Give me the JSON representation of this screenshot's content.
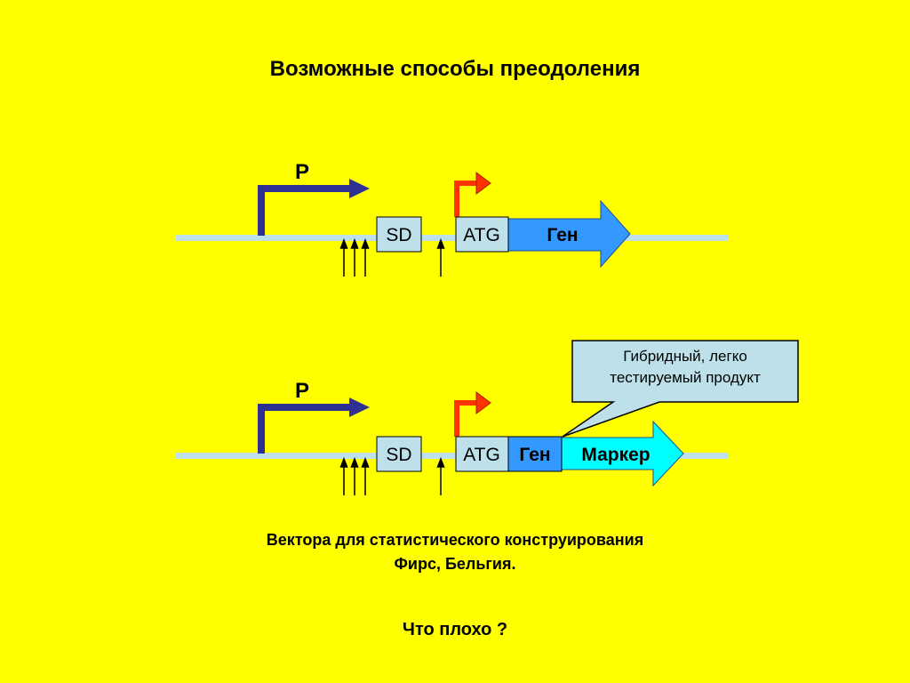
{
  "title": "Возможные способы преодоления",
  "rows": [
    {
      "promoter_label": "P",
      "sd_label": "SD",
      "atg_label": "ATG",
      "gene_label": "Ген"
    },
    {
      "promoter_label": "P",
      "sd_label": "SD",
      "atg_label": "ATG",
      "gene_label": "Ген",
      "marker_label": "Маркер"
    }
  ],
  "callout": {
    "line1": "Гибридный, легко",
    "line2": "тестируемый продукт"
  },
  "caption": {
    "line1": "Вектора для статистического конструирования",
    "line2": "Фирс, Бельгия."
  },
  "question": "Что плохо ?",
  "colors": {
    "background": "#ffff00",
    "dna_line": "#bde0ea",
    "promoter_arrow": "#2e3192",
    "start_arrow": "#ff3300",
    "box_fill": "#bde0ea",
    "gene_arrow": "#3399ff",
    "gene_box": "#3399ff",
    "marker_arrow": "#00ffff",
    "callout_fill": "#bde0ea"
  }
}
